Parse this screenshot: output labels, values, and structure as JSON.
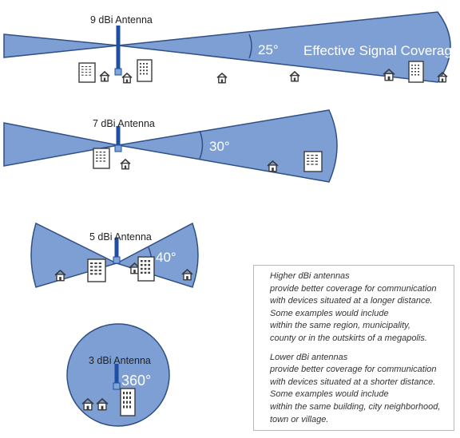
{
  "antennas": [
    {
      "label": "9 dBi Antenna",
      "angle": "25°"
    },
    {
      "label": "7 dBi Antenna",
      "angle": "30°"
    },
    {
      "label": "5 dBi Antenna",
      "angle": "40°"
    },
    {
      "label": "3 dBi Antenna",
      "angle": "360°"
    }
  ],
  "coverage_label": "Effective Signal Coverage",
  "note": {
    "higher": [
      "Higher dBi antennas",
      "provide better coverage for communication",
      "with devices situated at a longer distance.",
      "Some examples would include",
      "within the same region, municipality,",
      "county or in the outskirts of a megapolis."
    ],
    "lower": [
      "Lower dBi antennas",
      "provide better coverage for communication",
      "with devices situated at a shorter distance.",
      "Some examples would include",
      "within the same building, city neighborhood,",
      "town or village."
    ]
  },
  "colors": {
    "beam_fill": "#7d9fd3",
    "beam_stroke": "#2f4f86",
    "antenna": "#1e4fa3",
    "building": "#3c3c3c"
  },
  "icons": [
    "antenna-icon",
    "house-icon",
    "building-icon"
  ]
}
